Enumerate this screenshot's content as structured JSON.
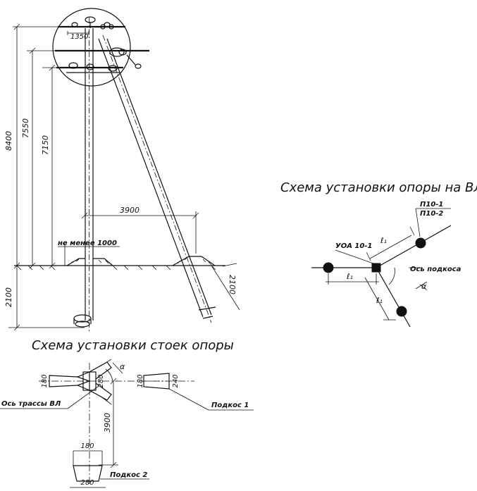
{
  "titles": {
    "vl_scheme": "Схема установки опоры на ВЛ",
    "racks_scheme": "Схема установки стоек опоры"
  },
  "pole_view": {
    "dims": {
      "total_height": "8400",
      "height_mid": "7550",
      "height_low": "7150",
      "depth": "2100",
      "brace_depth": "2100",
      "base": "3900",
      "top_offset": "1350",
      "min_distance": "не менее 1000"
    }
  },
  "vl_scheme": {
    "uoa_label": "УОА 10-1",
    "p1": "П10-1",
    "p2": "П10-2",
    "axis_label": "Ось подкоса",
    "l1a": "ℓ₁",
    "l1b": "ℓ₁",
    "l1c": "ℓ₁",
    "alpha": "α"
  },
  "racks_scheme": {
    "trass_axis": "Ось трассы ВЛ",
    "brace1": "Подкос 1",
    "brace2": "Подкос 2",
    "alpha": "α",
    "d180a": "180",
    "d280a": "280",
    "d180b": "180",
    "d240": "240",
    "d180c": "180",
    "d280b": "280",
    "d3900": "3900"
  }
}
